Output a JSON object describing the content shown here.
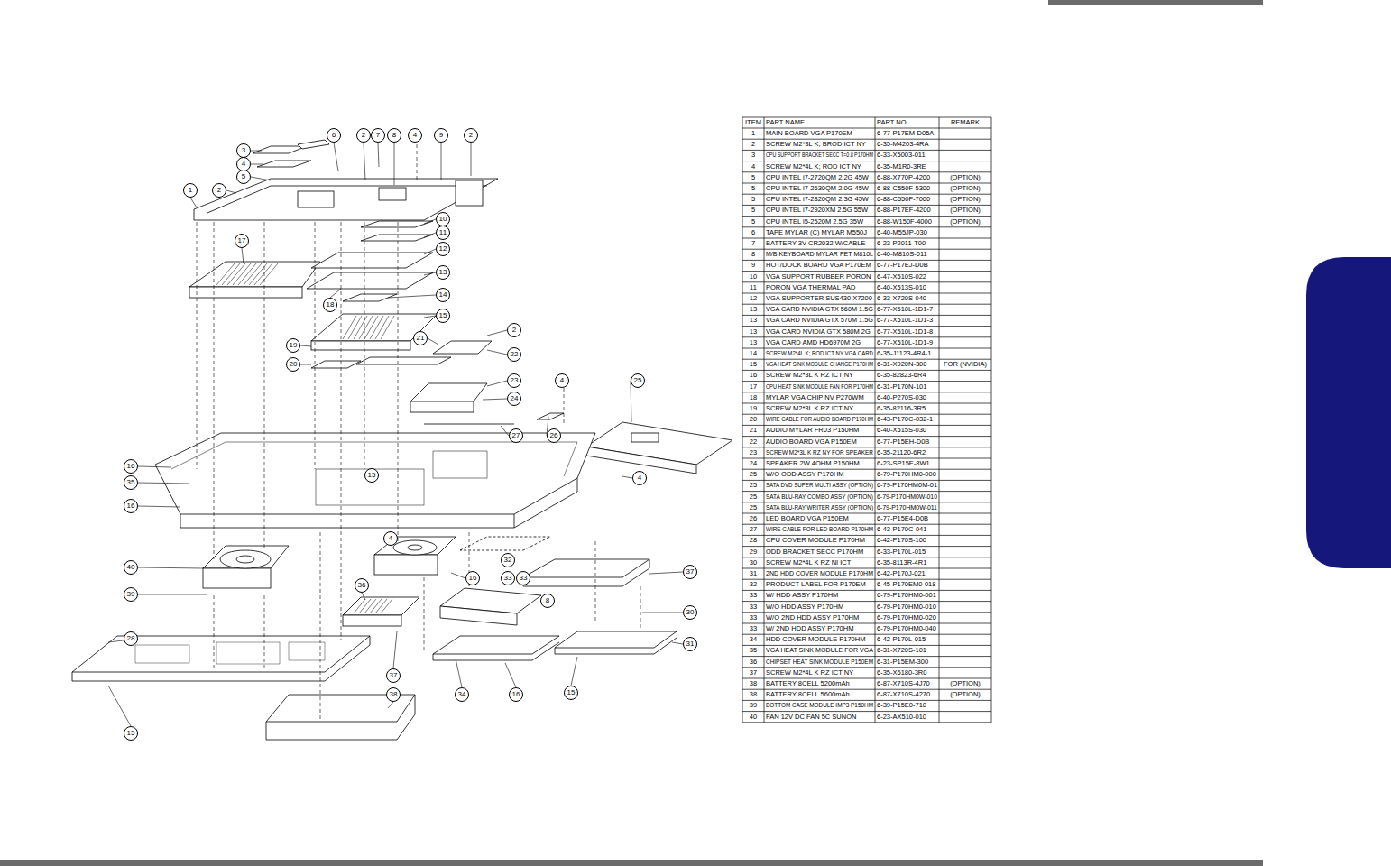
{
  "diagram": {
    "labels": [
      "ITEM",
      "PART NAME",
      "PART NO",
      "REMARK",
      "1",
      "MAIN BOARD VGA P170EM",
      "6-77-P17EM-D05A",
      "2",
      "SCREW M2*3L K; BROD ICT NY",
      "6-35-M4203-4RA",
      "3",
      "CPU SUPPORT BRACKET SECC T=0.8 P170HM",
      "6-33-X5003-011",
      "4",
      "SCREW M2*4L K; ROD ICT NY",
      "6-35-M1R0-3RE",
      "5",
      "CPU INTEL i7-2720QM 2.2G 45W",
      "6-88-X770P-4200",
      "(OPTION)",
      "5",
      "CPU INTEL i7-2630QM 2.0G 45W",
      "6-88-C550F-5300",
      "(OPTION)",
      "5",
      "CPU INTEL i7-2820QM 2.3G 45W",
      "6-88-C550F-7000",
      "(OPTION)",
      "5",
      "CPU INTEL i7-2920XM 2.5G 55W",
      "6-88-P17EF-4200",
      "(OPTION)",
      "5",
      "CPU INTEL i5-2520M 2.5G 35W",
      "6-88-W150F-4000",
      "(OPTION)",
      "6",
      "TAPE MYLAR (C) MYLAR M550J",
      "6-40-M55JP-030",
      "7",
      "BATTERY 3V CR2032 W/CABLE",
      "6-23-P2011-T00",
      "8",
      "M/B KEYBOARD MYLAR PET M810L",
      "6-40-M810S-011",
      "9",
      "HOT/DOCK BOARD VGA P170EM",
      "6-77-P17EJ-D0B",
      "10",
      "VGA SUPPORT RUBBER PORON",
      "6-47-X510S-022",
      "11",
      "PORON VGA THERMAL PAD",
      "6-40-X513S-010",
      "12",
      "VGA SUPPORTER SUS430 X7200",
      "6-33-X720S-040",
      "13",
      "VGA CARD NVIDIA GTX 560M 1.5G",
      "6-77-X510L-1D1-7",
      "13",
      "VGA CARD NVIDIA GTX 570M 1.5G",
      "6-77-X510L-1D1-3",
      "13",
      "VGA CARD NVIDIA GTX 580M 2G",
      "6-77-X510L-1D1-8",
      "13",
      "VGA CARD AMD HD6970M 2G",
      "6-77-X510L-1D1-9",
      "14",
      "SCREW M2*4L K; ROD ICT NY VGA CARD",
      "6-35-J1123-4R4-1",
      "15",
      "VGA HEAT SINK MODULE CHANGE P170HM",
      "6-31-X920N-300",
      "FOR (NVIDIA)",
      "16",
      "SCREW M2*3L K RZ ICT NY",
      "6-35-82823-6R4",
      "17",
      "CPU HEAT SINK MODULE FAN FOR P170HM",
      "6-31-P170N-101",
      "18",
      "MYLAR VGA CHIP NV P270WM",
      "6-40-P270S-030",
      "19",
      "SCREW M2*3L K RZ ICT NY",
      "6-35-82116-3R5",
      "20",
      "WIRE CABLE FOR AUDIO BOARD P170HM",
      "6-43-P170C-032-1",
      "21",
      "AUDIO MYLAR FR03 P150HM",
      "6-40-X515S-030",
      "22",
      "AUDIO BOARD VGA P150EM",
      "6-77-P15EH-D0B",
      "23",
      "SCREW M2*3L K RZ NY FOR SPEAKER",
      "6-35-21120-6R2",
      "24",
      "SPEAKER 2W 4OHM P150HM",
      "6-23-SP15E-8W1",
      "25",
      "W/O ODD ASSY P170HM",
      "6-79-P170HM0-000",
      "25",
      "SATA DVD SUPER MULTI ASSY (OPTION)",
      "6-79-P170HM0M-01",
      "25",
      "SATA BLU-RAY COMBO ASSY (OPTION)",
      "6-79-P170HM0W-010",
      "25",
      "SATA BLU-RAY WRITER ASSY (OPTION)",
      "6-79-P170HM0W-011",
      "26",
      "LED BOARD VGA P150EM",
      "6-77-P15E4-D0B",
      "27",
      "WIRE CABLE FOR LED BOARD P170HM",
      "6-43-P170C-041",
      "28",
      "CPU COVER MODULE P170HM",
      "6-42-P170S-100",
      "29",
      "ODD BRACKET SECC P170HM",
      "6-33-P170L-015",
      "30",
      "SCREW M2*4L K RZ NI ICT",
      "6-35-8113R-4R1",
      "31",
      "2ND HDD COVER MODULE P170HM",
      "6-42-P170J-021",
      "32",
      "PRODUCT LABEL FOR P170EM",
      "6-45-P170EM0-018",
      "33",
      "W/ HDD ASSY P170HM",
      "6-79-P170HM0-001",
      "33",
      "W/O HDD ASSY P170HM",
      "6-79-P170HM0-010",
      "33",
      "W/O 2ND HDD ASSY P170HM",
      "6-79-P170HM0-020",
      "33",
      "W/ 2ND HDD ASSY P170HM",
      "6-79-P170HM0-040",
      "34",
      "HDD COVER MODULE P170HM",
      "6-42-P170L-015",
      "35",
      "VGA HEAT SINK MODULE FOR VGA",
      "6-31-X720S-101",
      "36",
      "CHIPSET HEAT SINK MODULE P150EM",
      "6-31-P15EM-300",
      "37",
      "SCREW M2*4L K RZ ICT NY",
      "6-35-X6180-3R0",
      "38",
      "BATTERY 8CELL 5200mAh",
      "6-87-X710S-4J70",
      "(OPTION)",
      "38",
      "BATTERY 8CELL 5600mAh",
      "6-87-X710S-4270",
      "(OPTION)",
      "39",
      "BOTTOM CASE MODULE IMP3 P150HM",
      "6-39-P15E0-710",
      "40",
      "FAN 12V DC FAN 5C SUNON",
      "6-23-AX510-010",
      "3",
      "4",
      "5",
      "2",
      "1",
      "6",
      "2",
      "7",
      "8",
      "4",
      "9",
      "2",
      "10",
      "11",
      "12",
      "13",
      "14",
      "17",
      "18",
      "15",
      "2",
      "21",
      "22",
      "19",
      "20",
      "23",
      "24",
      "4",
      "25",
      "27",
      "26",
      "4",
      "16",
      "35",
      "16",
      "15",
      "40",
      "39",
      "4",
      "16",
      "32",
      "36",
      "33",
      "33",
      "37",
      "8",
      "30",
      "31",
      "28",
      "34",
      "16",
      "15",
      "37",
      "38",
      "15"
    ]
  }
}
